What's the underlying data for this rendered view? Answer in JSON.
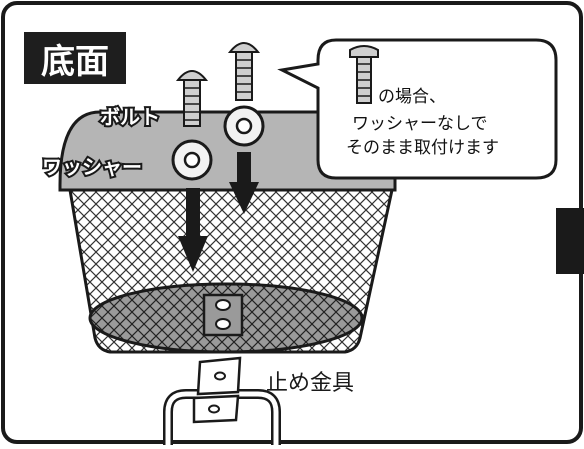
{
  "title": "底面",
  "labels": {
    "bolt": "ボルト",
    "washer": "ワッシャー",
    "stopper": "止め金具"
  },
  "callout": {
    "line1": "の場合、",
    "line2": "ワッシャーなしで",
    "line3": "そのまま取付けます"
  },
  "icons": [
    "bolt-icon",
    "washer-icon",
    "arrow-down-icon",
    "basket-icon",
    "bracket-icon"
  ]
}
